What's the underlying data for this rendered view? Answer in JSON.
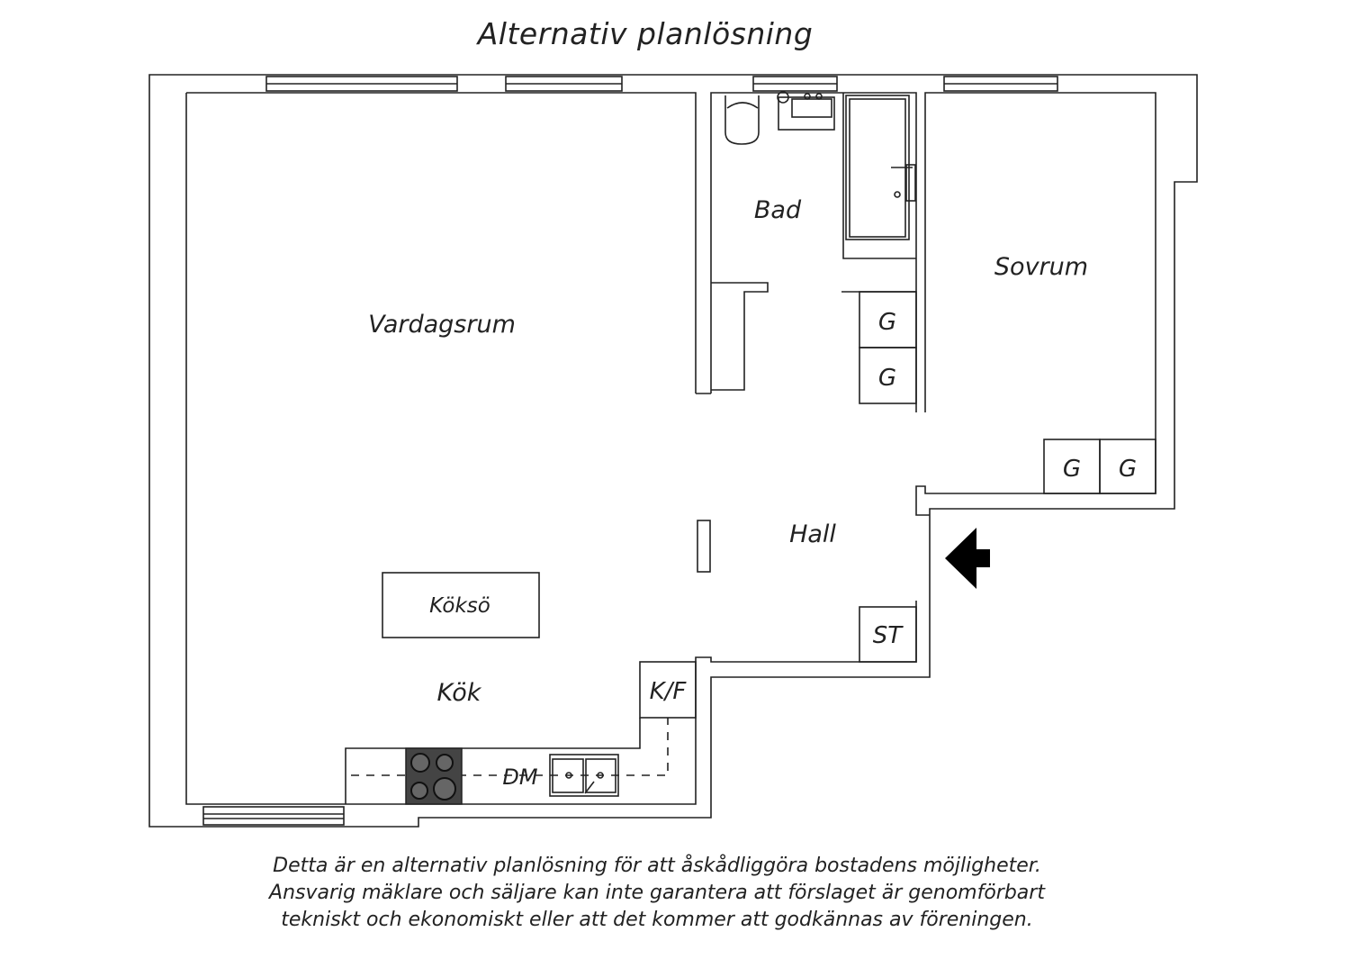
{
  "title": "Alternativ planlösning",
  "rooms": {
    "vardagsrum": "Vardagsrum",
    "bad": "Bad",
    "sovrum": "Sovrum",
    "hall": "Hall",
    "koksö": "Köksö",
    "kok": "Kök"
  },
  "storage": {
    "garderob": "G",
    "st": "ST",
    "kf": "K/F",
    "dm": "DM"
  },
  "disclaimer": [
    "Detta är en alternativ planlösning för att åskådliggöra bostadens möjligheter.",
    "Ansvarig mäklare och säljare kan inte garantera att förslaget är genomförbart",
    "tekniskt och ekonomiskt eller att det kommer att godkännas av föreningen."
  ]
}
